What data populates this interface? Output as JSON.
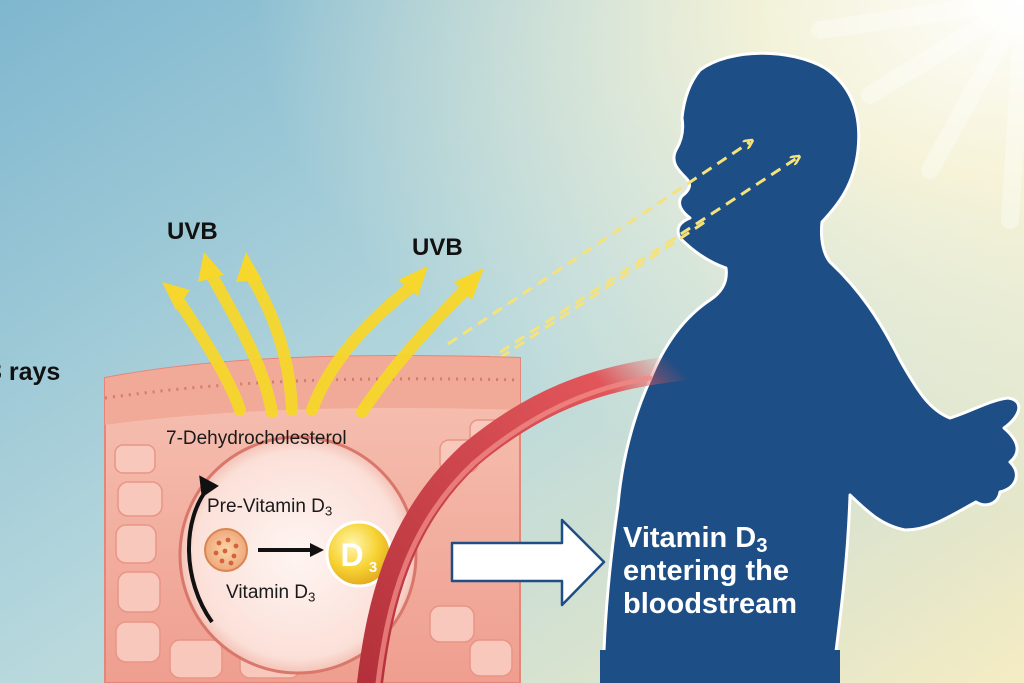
{
  "labels": {
    "uvb_left": "UVB",
    "uvb_right": "UVB",
    "rays": "3 rays",
    "dehydrocholesterol": "7-Dehydrocholesterol",
    "pre_vitamin": "Pre-Vitamin D",
    "pre_vitamin_sub": "3",
    "vitamin": "Vitamin D",
    "vitamin_sub": "3",
    "badge_letter": "D",
    "badge_sub": "3",
    "blood_line1": "Vitamin D",
    "blood_line1_sub": "3",
    "blood_line2": "entering the",
    "blood_line3": "bloodstream"
  },
  "colors": {
    "sky_top": "#8ec3d6",
    "sky_bottom": "#f4edc9",
    "silhouette": "#1d4e85",
    "uv_arrow": "#f5d62a",
    "skin": "#f3b8a8",
    "vessel": "#c9414a",
    "badge": "#f4c534"
  }
}
